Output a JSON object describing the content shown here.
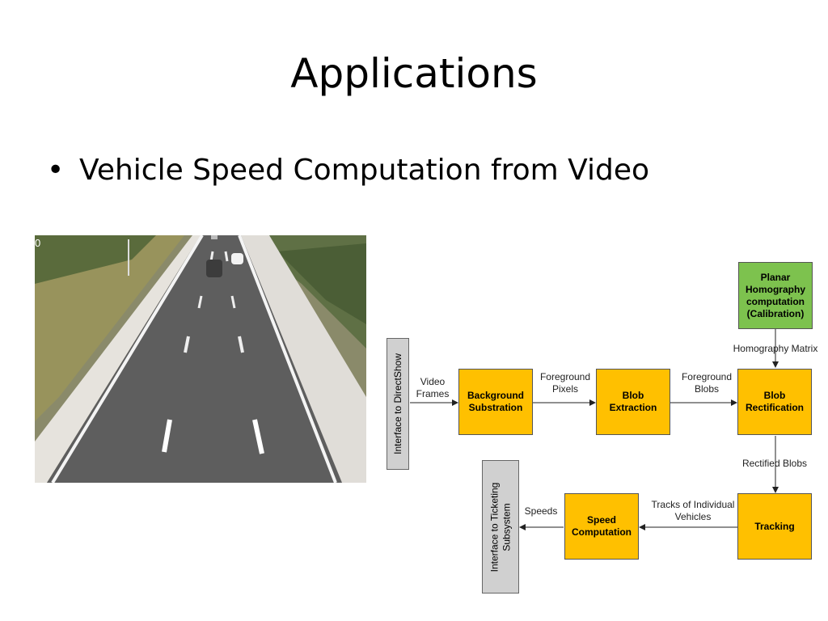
{
  "slide": {
    "title": "Applications",
    "bullet": "Vehicle Speed Computation from Video",
    "bullet_marker": "•"
  },
  "photo": {
    "corner_digit": "0"
  },
  "diagram": {
    "boxes": {
      "planar_homography": "Planar Homography computation (Calibration)",
      "background_substration": "Background Substration",
      "blob_extraction": "Blob Extraction",
      "blob_rectification": "Blob Rectification",
      "tracking": "Tracking",
      "speed_computation": "Speed Computation",
      "interface_directshow": "Interface to DirectShow",
      "interface_ticketing_line1": "Interface to Ticketing",
      "interface_ticketing_line2": "Subsystem"
    },
    "edge_labels": {
      "video_frames": "Video Frames",
      "foreground_pixels": "Foreground Pixels",
      "foreground_blobs": "Foreground Blobs",
      "homography_matrix": "Homography Matrix",
      "rectified_blobs": "Rectified Blobs",
      "tracks": "Tracks of Individual Vehicles",
      "speeds": "Speeds"
    },
    "colors": {
      "process_box": "#ffc000",
      "calibration_box": "#7dc24e",
      "interface_box": "#d0d0d0"
    }
  }
}
